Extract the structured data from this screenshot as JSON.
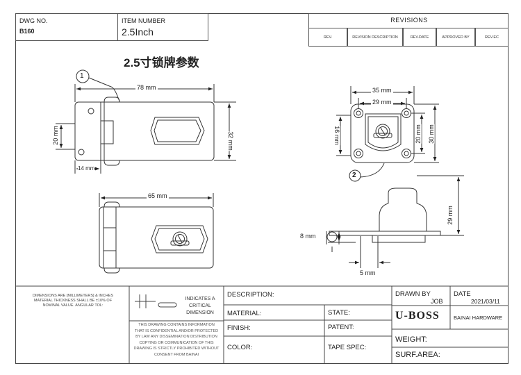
{
  "header": {
    "dwg_no_label": "DWG NO.",
    "dwg_no_value": "B160",
    "item_number_label": "ITEM NUMBER",
    "item_number_value": "2.5Inch",
    "revisions_title": "REVISIONS",
    "revisions_columns": [
      "REV.",
      "REVISION DESCRIPTION",
      "REV.DATE",
      "APPROVED BY",
      "REV.EC"
    ]
  },
  "drawing": {
    "title": "2.5寸锁牌参数",
    "balloon_1": "1",
    "balloon_2": "2",
    "dims": {
      "length_78": "78 mm",
      "width_32": "32 mm",
      "hinge_20": "20 mm",
      "hinge_14": "14 mm",
      "length_65": "65 mm",
      "plate_35": "35 mm",
      "plate_29": "29 mm",
      "plate_16": "16 mm",
      "plate_20": "20 mm",
      "plate_30": "30 mm",
      "side_29": "29 mm",
      "side_8": "8 mm",
      "side_5": "5 mm"
    }
  },
  "title_block": {
    "dimensions_note": [
      "DIMENSIONS ARE [MILLIMETERS] & INCHES",
      "MATERIAL THICKNESS SHALL BE ±10% OF",
      "NOMINAL VALUE. ANGULAR TOL:"
    ],
    "critical_label": [
      "INDICATES A CRITICAL",
      "DIMENSION"
    ],
    "confidential_note": [
      "THIS DRAWING CONTAINS INFORMATION",
      "THAT IS CONFIDENTIAL AND/OR PROTECTED",
      "BY LAW ANY DISSEMINATION DISTRIBUTION",
      "COPYING OR COMMUNICATION OF THIS",
      "DRAWING IS STRICTLY PROHIBITED WITHOUT",
      "CONSENT FROM BAINAI"
    ],
    "description_label": "DESCRIPTION:",
    "material_label": "MATERIAL:",
    "state_label": "STATE:",
    "finish_label": "FINISH:",
    "patent_label": "PATENT:",
    "color_label": "COLOR:",
    "tape_spec_label": "TAPE SPEC:",
    "drawn_by_label": "DRAWN BY",
    "drawn_by_value": "JOB",
    "date_label": "DATE",
    "date_value": "2021/03/11",
    "brand_logo": "U-BOSS",
    "company": "BAINAI HARDWARE",
    "weight_label": "WEIGHT:",
    "surf_area_label": "SURF.AREA:"
  }
}
